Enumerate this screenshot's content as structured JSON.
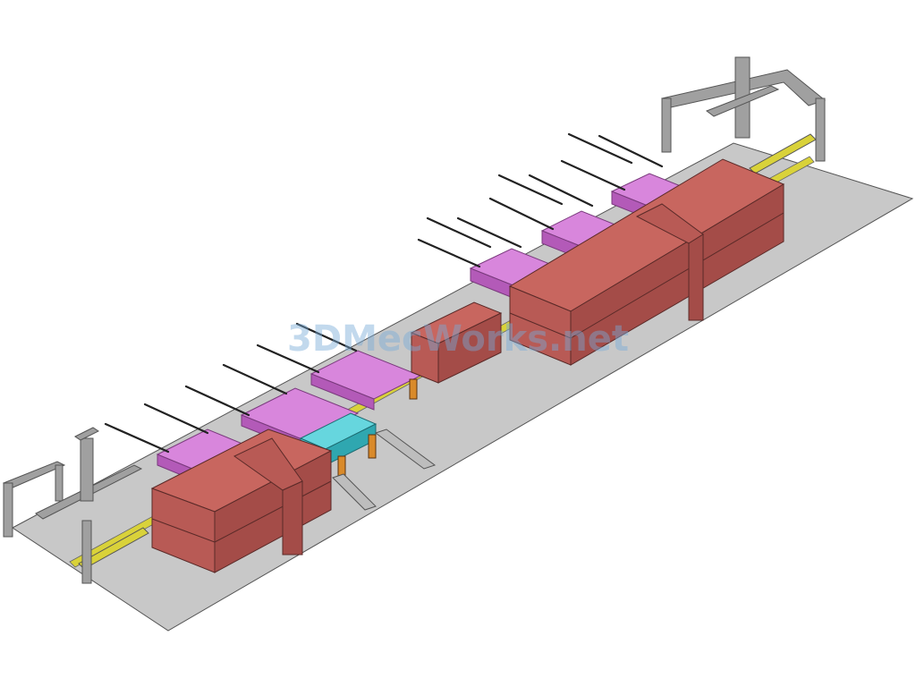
{
  "watermark": {
    "text": "3DMecWorks.net"
  },
  "colors": {
    "floor": "#c8c8c8",
    "floor_edge": "#555555",
    "oven_top": "#c8665f",
    "oven_front": "#b85a55",
    "oven_side": "#a44c48",
    "cooling_top": "#d886dc",
    "cooling_side": "#b35ab8",
    "robot_cell": "#45c6cf",
    "conveyor": "#d9d23a",
    "gantry": "#9a9a9a",
    "robot": "#d98a2a",
    "rod": "#222222"
  },
  "objects": [
    {
      "name": "gantry-loader-left",
      "type": "gantry"
    },
    {
      "name": "gantry-loader-right",
      "type": "gantry"
    },
    {
      "name": "oven-left",
      "type": "oven"
    },
    {
      "name": "oven-middle",
      "type": "oven"
    },
    {
      "name": "oven-right",
      "type": "oven"
    },
    {
      "name": "robot-cell",
      "type": "robot-cell"
    },
    {
      "name": "cooling-racks",
      "type": "rack"
    },
    {
      "name": "roller-conveyors",
      "type": "conveyor"
    }
  ]
}
